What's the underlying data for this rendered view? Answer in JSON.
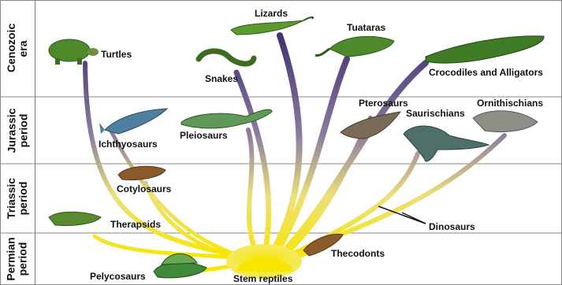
{
  "eras": [
    {
      "label": "Cenozoic era"
    },
    {
      "label": "Jurassic period"
    },
    {
      "label": "Triassic period"
    },
    {
      "label": "Permian period"
    }
  ],
  "labels": {
    "lizards": "Lizards",
    "turtles": "Turtles",
    "tuataras": "Tuataras",
    "snakes": "Snakes",
    "crocodiles": "Crocodiles and Alligators",
    "pterosaurs": "Pterosaurs",
    "saurischians": "Saurischians",
    "ornithischians": "Ornithischians",
    "ichthyosaurs": "Ichthyosaurs",
    "pleiosaurs": "Pleiosaurs",
    "cotylosaurs": "Cotylosaurs",
    "therapsids": "Therapsids",
    "dinosaurs": "Dinosaurs",
    "thecodonts": "Thecodonts",
    "pelycosaurs": "Pelycosaurs",
    "stem_reptiles": "Stem reptiles"
  },
  "colors": {
    "trunk_yellow": "#f7e600",
    "branch_purple": "#3f2f6e",
    "animal_green": "#4f8a2a",
    "animal_brown": "#8a5a2b",
    "animal_blue": "#4f7f9f",
    "animal_gray": "#8d9087",
    "grid_line": "#888888"
  }
}
